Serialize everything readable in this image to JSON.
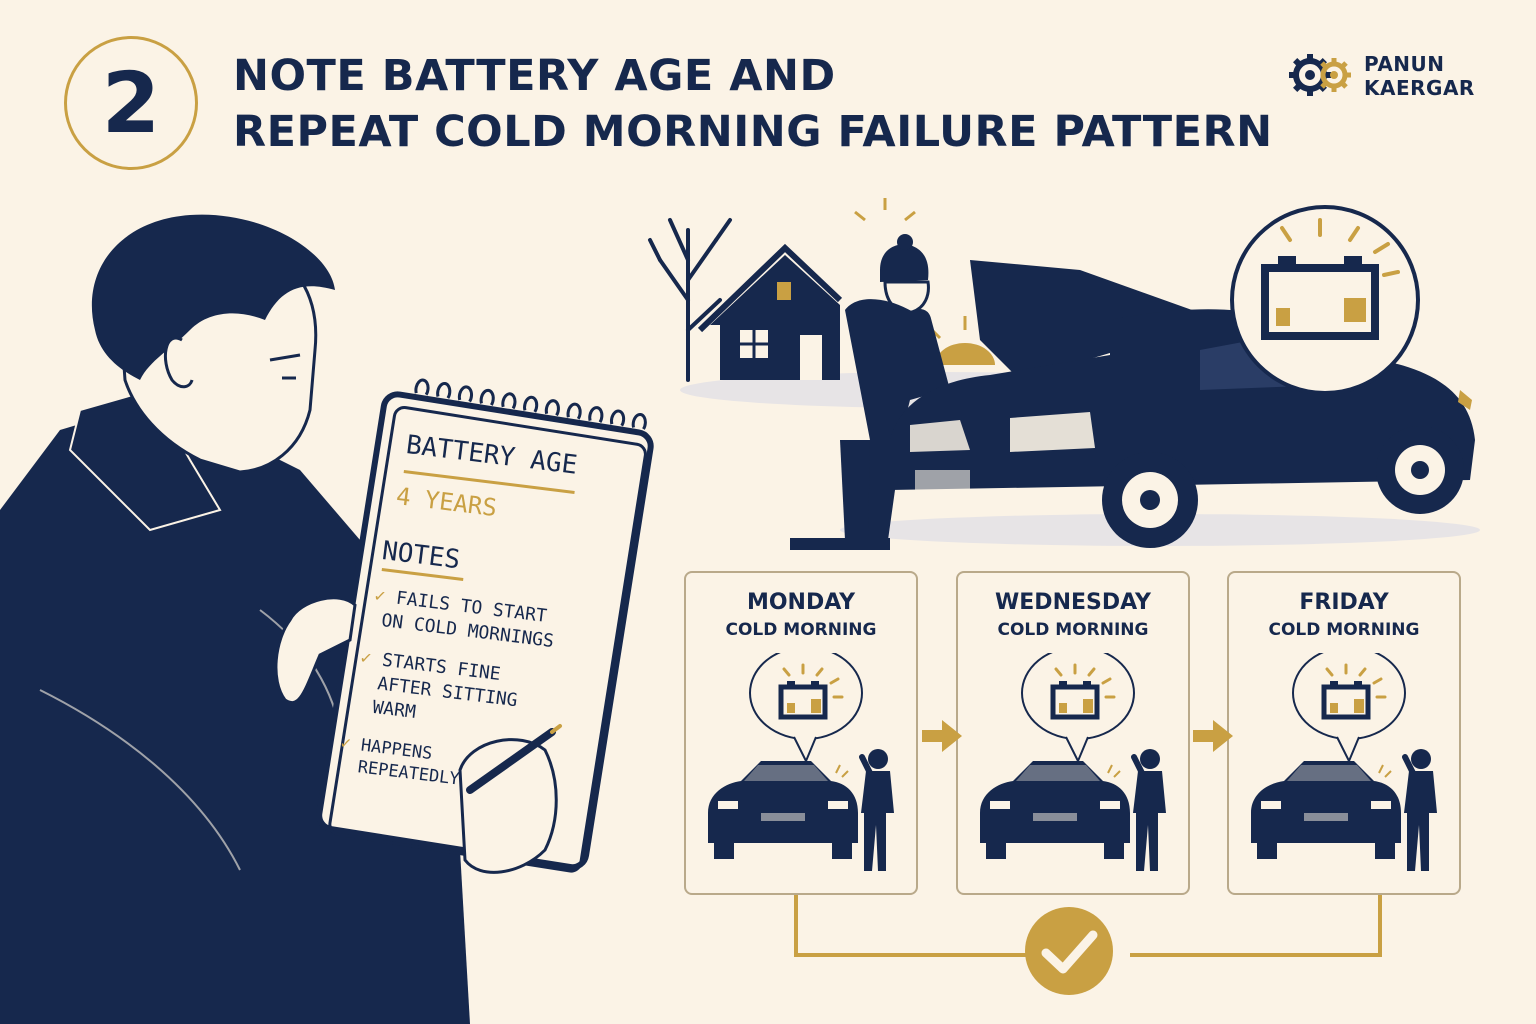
{
  "header": {
    "step_number": "2",
    "title_line1": "NOTE BATTERY AGE AND",
    "title_line2": "REPEAT COLD MORNING FAILURE PATTERN"
  },
  "brand": {
    "line1": "PANUN",
    "line2": "KAERGAR",
    "logo_icon": "gear-logo-icon"
  },
  "notepad": {
    "heading": "BATTERY AGE",
    "age_value": "4 YEARS",
    "notes_heading": "NOTES",
    "notes": [
      {
        "line1": "FAILS TO START",
        "line2": "ON COLD MORNINGS",
        "line3": ""
      },
      {
        "line1": "STARTS FINE",
        "line2": "AFTER SITTING",
        "line3": "WARM"
      },
      {
        "line1": "HAPPENS",
        "line2": "REPEATEDLY",
        "line3": ""
      }
    ]
  },
  "timeline": [
    {
      "day": "MONDAY",
      "condition": "COLD MORNING"
    },
    {
      "day": "WEDNESDAY",
      "condition": "COLD MORNING"
    },
    {
      "day": "FRIDAY",
      "condition": "COLD MORNING"
    }
  ],
  "colors": {
    "background": "#fbf3e6",
    "navy": "#16284d",
    "gold": "#c9a043",
    "panel_border": "#b9a98a"
  },
  "icons": [
    "battery-icon",
    "check-icon",
    "arrow-right-icon",
    "sun-icon",
    "tree-icon",
    "house-icon",
    "car-icon",
    "person-icon"
  ]
}
